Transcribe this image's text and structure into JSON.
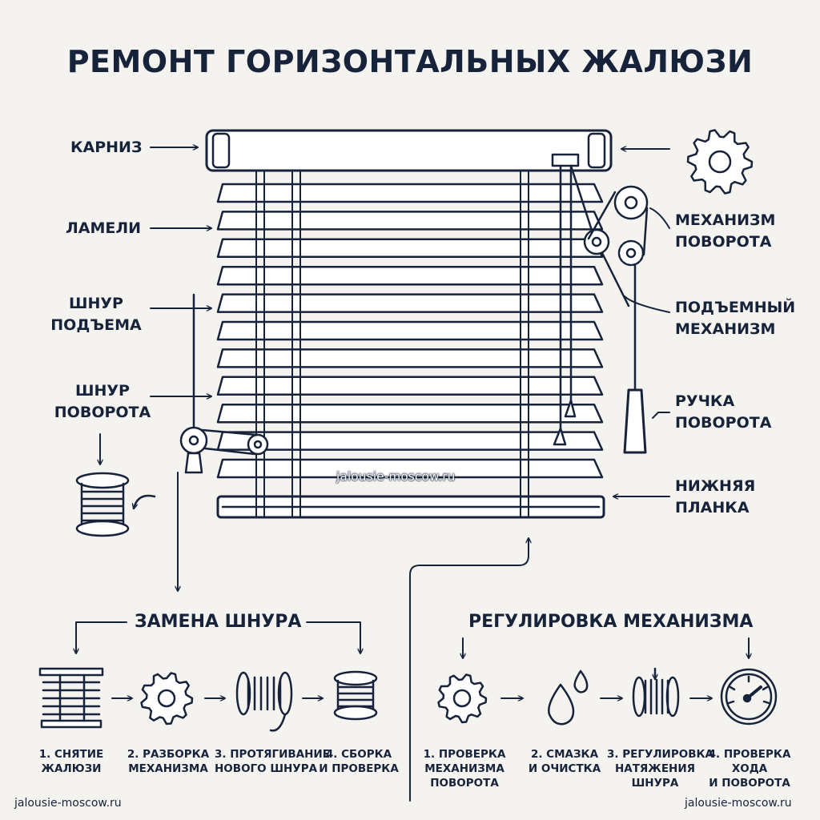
{
  "title": "РЕМОНТ ГОРИЗОНТАЛЬНЫХ ЖАЛЮЗИ",
  "labels": {
    "cornice": "КАРНИЗ",
    "slats": "ЛАМЕЛИ",
    "lift_cord": [
      "ШНУР",
      "ПОДЪЕМА"
    ],
    "tilt_cord": [
      "ШНУР",
      "ПОВОРОТА"
    ],
    "tilt_mechanism": [
      "МЕХАНИЗМ",
      "ПОВОРОТА"
    ],
    "lift_mechanism": [
      "ПОДЪЕМНЫЙ",
      "МЕХАНИЗМ"
    ],
    "tilt_wand": [
      "РУЧКА",
      "ПОВОРОТА"
    ],
    "bottom_rail": [
      "НИЖНЯЯ",
      "ПЛАНКА"
    ]
  },
  "watermark": "jalousie-moscow.ru",
  "sections": {
    "cord_replacement": {
      "title": "ЗАМЕНА ШНУРА",
      "steps": [
        {
          "lines": [
            "1. СНЯТИЕ",
            "ЖАЛЮЗИ"
          ],
          "icon": "blinds-icon"
        },
        {
          "lines": [
            "2. РАЗБОРКА",
            "МЕХАНИЗМА"
          ],
          "icon": "gear-icon"
        },
        {
          "lines": [
            "3. ПРОТЯГИВАНИЕ",
            "НОВОГО ШНУРА"
          ],
          "icon": "cord-spool-icon"
        },
        {
          "lines": [
            "4. СБОРКА",
            "И ПРОВЕРКА"
          ],
          "icon": "spool-icon"
        }
      ]
    },
    "mechanism_adjustment": {
      "title": "РЕГУЛИРОВКА МЕХАНИЗМА",
      "steps": [
        {
          "lines": [
            "1. ПРОВЕРКА",
            "МЕХАНИЗМА",
            "ПОВОРОТА"
          ],
          "icon": "gear-icon"
        },
        {
          "lines": [
            "2. СМАЗКА",
            "И ОЧИСТКА"
          ],
          "icon": "oil-drops-icon"
        },
        {
          "lines": [
            "3. РЕГУЛИРОВКА",
            "НАТЯЖЕНИЯ",
            "ШНУРА"
          ],
          "icon": "tension-spool-icon"
        },
        {
          "lines": [
            "4. ПРОВЕРКА",
            "ХОДА",
            "И ПОВОРОТА"
          ],
          "icon": "gauge-icon"
        }
      ]
    }
  },
  "footer": {
    "left": "jalousie-moscow.ru",
    "right": "jalousie-moscow.ru"
  },
  "colors": {
    "ink": "#16233a",
    "background": "#f4f3ef",
    "fill": "#ffffff"
  }
}
